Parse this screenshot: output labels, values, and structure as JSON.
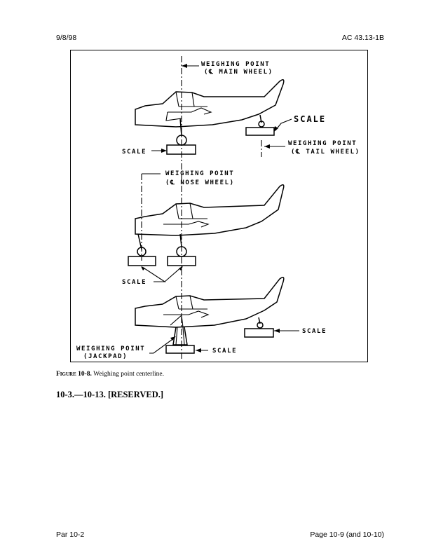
{
  "header": {
    "date": "9/8/98",
    "doc_id": "AC 43.13-1B"
  },
  "figure": {
    "labels": {
      "weigh_main_1": "WEIGHING POINT",
      "weigh_main_2": "(℄ MAIN WHEEL)",
      "scale_tail": "SCALE",
      "scale_main": "SCALE",
      "weigh_tail_1": "WEIGHING POINT",
      "weigh_tail_2": "(℄ TAIL WHEEL)",
      "weigh_nose_1": "WEIGHING POINT",
      "weigh_nose_2": "(℄ NOSE WHEEL)",
      "scale_mid": "SCALE",
      "scale_right3": "SCALE",
      "weigh_jack_1": "WEIGHING POINT",
      "weigh_jack_2": "(JACKPAD)",
      "scale_jack": "SCALE"
    }
  },
  "caption": {
    "label": "Figure 10-8.",
    "text": "Weighing point centerline."
  },
  "section": {
    "title": "10-3.—10-13. [RESERVED.]"
  },
  "footer": {
    "par": "Par 10-2",
    "page": "Page 10-9 (and 10-10)"
  }
}
